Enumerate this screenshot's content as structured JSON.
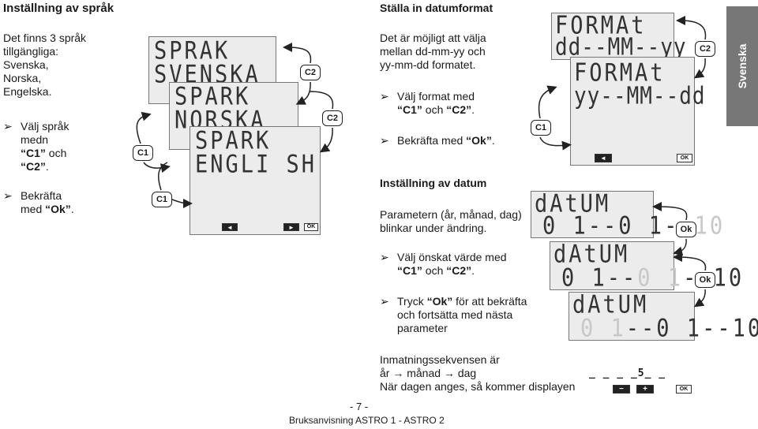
{
  "left": {
    "heading": "Inställning av språk",
    "intro": [
      "Det finns 3 språk",
      "tillgängliga:",
      "Svenska,",
      "Norska,",
      "Engelska."
    ],
    "step1": {
      "line1": "Välj språk",
      "line2": "medn",
      "c1": "“C1”",
      "och": " och",
      "c2": "“C2”",
      "dot": "."
    },
    "step2": {
      "line1": "Bekräfta",
      "med": "med ",
      "ok": "“Ok”",
      "dot": "."
    }
  },
  "lang_screens": [
    {
      "line1": "SPRAK",
      "line2": "SVENSKA"
    },
    {
      "line1": "SPARK",
      "line2": "NORSKA"
    },
    {
      "line1": "SPARK",
      "line2": "ENGLI SH"
    }
  ],
  "buttons": {
    "c1": "C1",
    "c2": "C2",
    "ok": "OK",
    "ok_round": "Ok",
    "minus": "−",
    "plus": "+",
    "left": "◄",
    "right": "►"
  },
  "middle": {
    "heading": "Ställa in datumformat",
    "intro": [
      "Det är möjligt att välja",
      "mellan dd-mm-yy och",
      "yy-mm-dd formatet."
    ],
    "step1": {
      "line1": "Välj format med",
      "c1": "“C1”",
      "och": " och ",
      "c2": "“C2”",
      "dot": "."
    },
    "step2": {
      "text": "Bekräfta med ",
      "ok": "“Ok”",
      "dot": "."
    },
    "heading2": "Inställning av datum",
    "para2": [
      "Parametern (år, månad, dag)",
      "blinkar under ändring."
    ],
    "step3": {
      "line1": "Välj önskat värde med",
      "c1": "“C1”",
      "och": " och ",
      "c2": "“C2”",
      "dot": "."
    },
    "step4": {
      "pre": "Tryck ",
      "ok": "“Ok”",
      "post": " för att bekräfta",
      "line2": "och fortsätta med nästa",
      "line3": "parameter"
    },
    "seq": [
      "Inmatningssekvensen är",
      "år → månad → dag",
      "När dagen anges, så kommer displayen"
    ]
  },
  "format_screens": [
    {
      "line1": "FORMAt",
      "line2": "dd--MM--yy"
    },
    {
      "line1": "FORMAt",
      "line2": "yy--MM--dd"
    }
  ],
  "date_screens": [
    {
      "label": "dAtUM",
      "a": "0 1",
      "sep1": "--",
      "b": "0 1",
      "sep2": "--",
      "c": "10"
    },
    {
      "label": "dAtUM",
      "a": "0 1",
      "sep1": "--",
      "b": "0 1",
      "sep2": "--",
      "c": "10"
    },
    {
      "label": "dAtUM",
      "a": "0 1",
      "sep1": "--",
      "b": "0 1",
      "sep2": "--",
      "c": "10"
    }
  ],
  "small_display": {
    "value": "_ _ _ _5_ _"
  },
  "side_tab": "Svenska",
  "footer": {
    "page": "- 7 -",
    "manual": "Bruksanvisning ASTRO 1 - ASTRO 2"
  }
}
